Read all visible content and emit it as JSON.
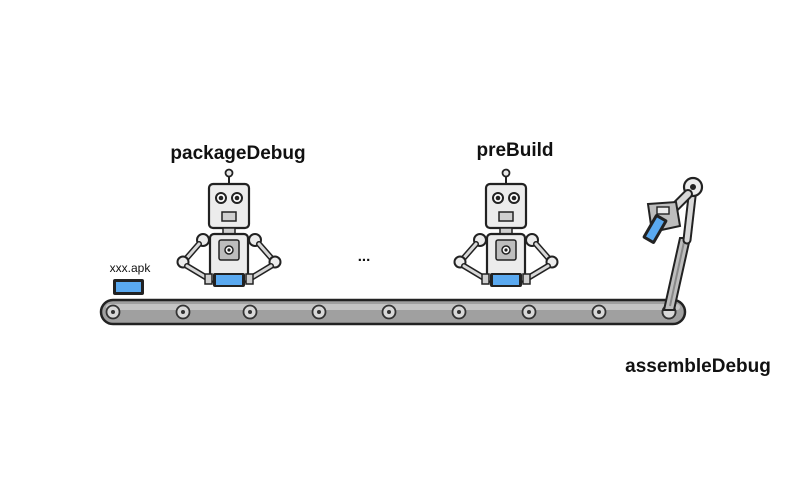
{
  "labels": {
    "robot1": "packageDebug",
    "robot2": "preBuild",
    "arm": "assembleDebug",
    "apk_file": "xxx.apk",
    "ellipsis": "..."
  },
  "colors": {
    "device_screen": "#5aa9f0",
    "robot_body": "#e8e8e8",
    "belt": "#9a9a9a",
    "outline": "#222222"
  },
  "icons": {
    "apk": "phone-device-icon",
    "robot": "robot-icon",
    "arm": "robotic-arm-icon"
  }
}
